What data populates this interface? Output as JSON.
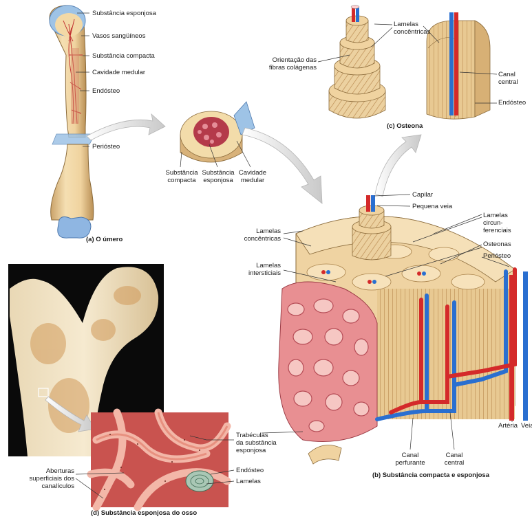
{
  "panel_a": {
    "caption": "(a) O úmero",
    "labels": {
      "spongy": "Substância esponjosa",
      "vessels": "Vasos sangüíneos",
      "compact": "Substância compacta",
      "medullary": "Cavidade medular",
      "endosteum": "Endósteo",
      "periosteum": "Periósteo"
    },
    "section_labels": {
      "compact": [
        "Substância",
        "compacta"
      ],
      "spongy": [
        "Substância",
        "esponjosa"
      ],
      "cavity": [
        "Cavidade",
        "medular"
      ]
    }
  },
  "panel_b": {
    "caption": "(b) Substância compacta e esponjosa",
    "labels": {
      "capillary": "Capilar",
      "small_vein": "Pequena veia",
      "circumferential": [
        "Lamelas",
        "circun-",
        "ferenciais"
      ],
      "osteons": "Osteonas",
      "periosteum": "Periósteo",
      "concentric": [
        "Lamelas",
        "concêntricas"
      ],
      "interstitial": [
        "Lamelas",
        "intersticiais"
      ],
      "perforating_canal": [
        "Canal",
        "perfurante"
      ],
      "central_canal": [
        "Canal",
        "central"
      ],
      "artery": "Artéria",
      "vein": "Veia"
    }
  },
  "panel_c": {
    "caption": "(c) Osteona",
    "labels": {
      "concentric": [
        "Lamelas",
        "concêntricas"
      ],
      "collagen": [
        "Orientação das",
        "fibras colágenas"
      ],
      "central_canal": [
        "Canal",
        "central"
      ],
      "endosteum": "Endósteo"
    }
  },
  "panel_d": {
    "caption": "(d) Substância esponjosa do osso",
    "labels": {
      "trabeculae": [
        "Trabéculas",
        "da substância",
        "esponjosa"
      ],
      "endosteum": "Endósteo",
      "lamellae": "Lamelas",
      "openings": [
        "Aberturas",
        "superficiais dos",
        "canalículos"
      ]
    }
  },
  "colors": {
    "bone": "#f2ddb0",
    "bone_dark": "#d9b878",
    "marrow": "#c8414a",
    "spongy": "#e9868a",
    "artery": "#d42a2a",
    "vein": "#2a6fd0",
    "photo_bg": "#0a0a0a",
    "cartilage": "#8db8e8"
  }
}
